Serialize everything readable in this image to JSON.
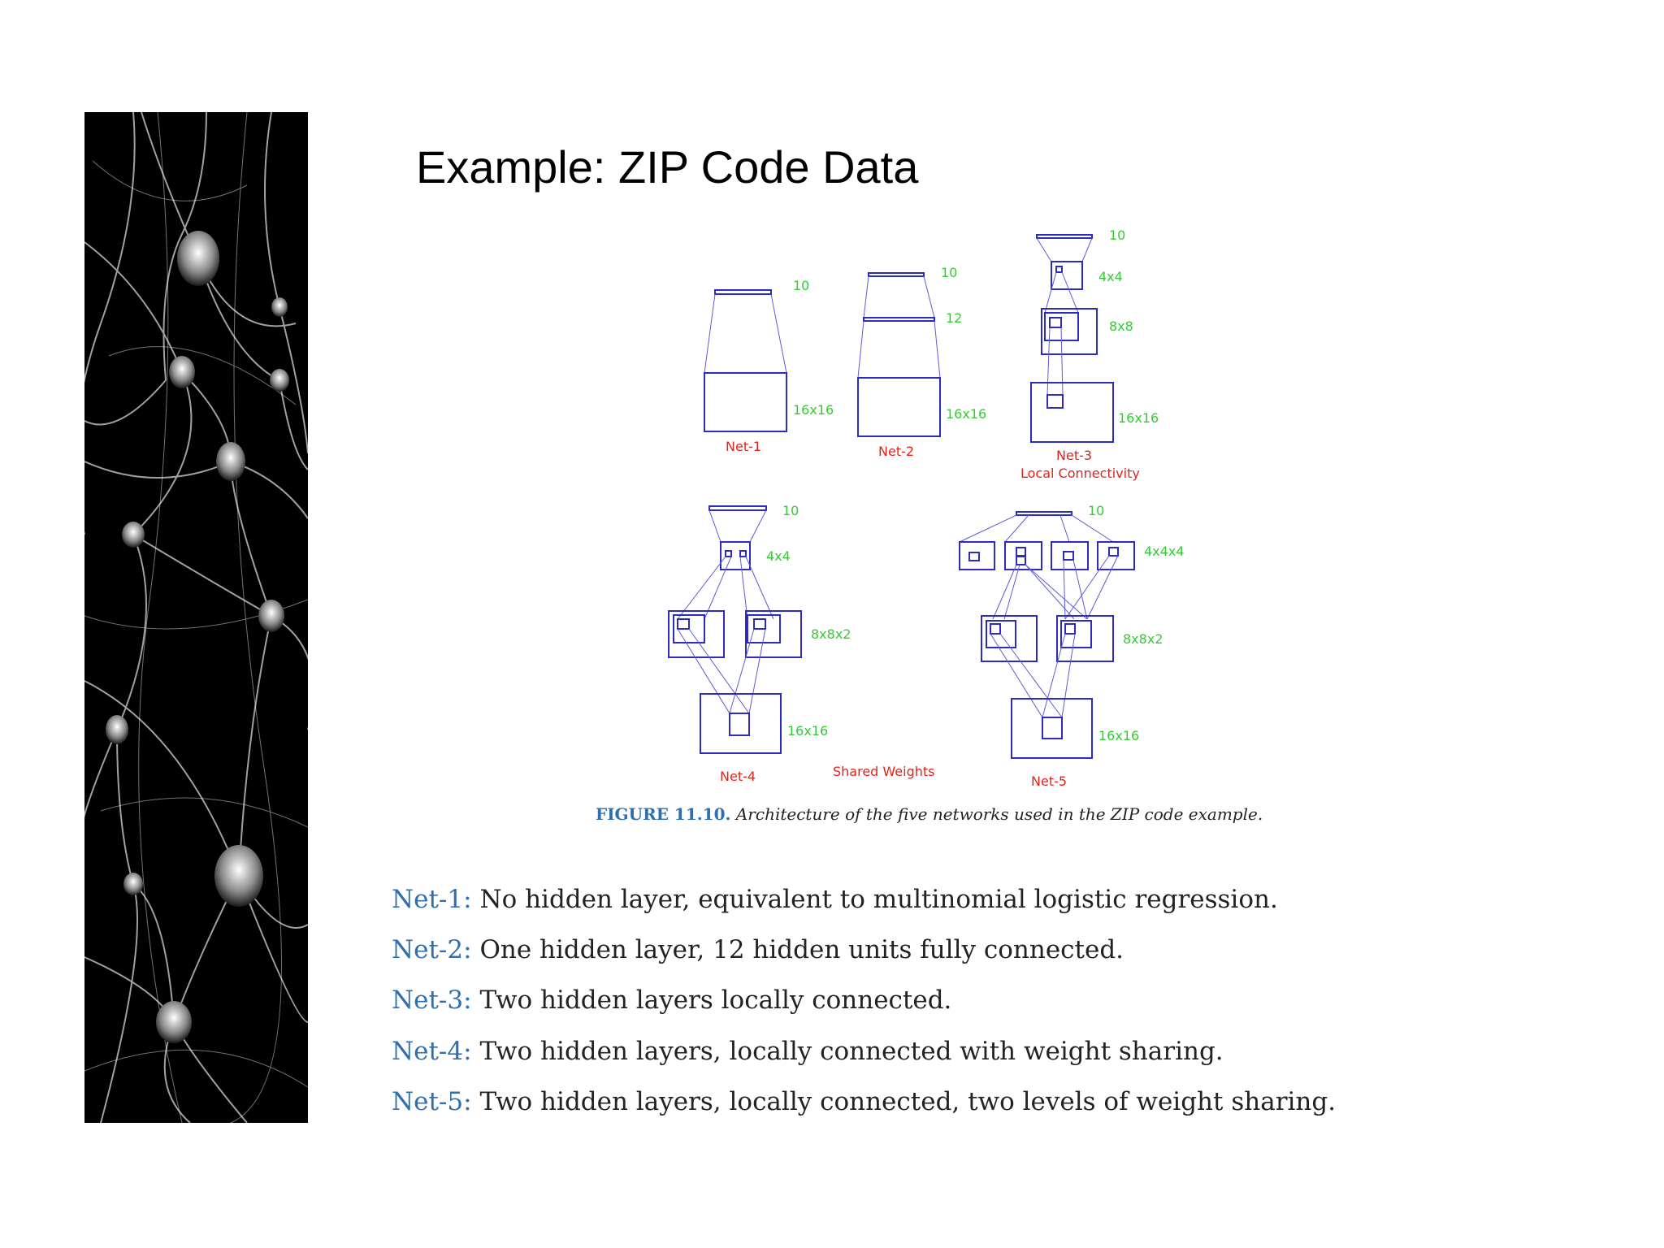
{
  "title": "Example: ZIP Code Data",
  "figure": {
    "nets": [
      {
        "name": "Net-1",
        "layers": [
          "10",
          "16x16"
        ]
      },
      {
        "name": "Net-2",
        "layers": [
          "10",
          "12",
          "16x16"
        ]
      },
      {
        "name": "Net-3",
        "subtitle": "Local Connectivity",
        "layers": [
          "10",
          "4x4",
          "8x8",
          "16x16"
        ]
      },
      {
        "name": "Net-4",
        "layers": [
          "10",
          "4x4",
          "8x8x2",
          "16x16"
        ]
      },
      {
        "name": "Net-5",
        "layers": [
          "10",
          "4x4x4",
          "8x8x2",
          "16x16"
        ]
      }
    ],
    "shared_weights_label": "Shared Weights",
    "caption_label": "FIGURE 11.10.",
    "caption_text": "Architecture of the five networks used in the ZIP code example."
  },
  "descriptions": [
    {
      "name": "Net-1:",
      "text": "No hidden layer, equivalent to multinomial logistic regression."
    },
    {
      "name": "Net-2:",
      "text": "One hidden layer, 12 hidden units fully connected."
    },
    {
      "name": "Net-3:",
      "text": "Two hidden layers locally connected."
    },
    {
      "name": "Net-4:",
      "text": "Two hidden layers, locally connected with weight sharing."
    },
    {
      "name": "Net-5:",
      "text": "Two hidden layers, locally connected, two levels of weight sharing."
    }
  ],
  "colors": {
    "layer_label": "#33cc33",
    "net_label": "#e2231a",
    "box_stroke": "#2b2bc4",
    "net_name_text": "#2e6fb0"
  }
}
